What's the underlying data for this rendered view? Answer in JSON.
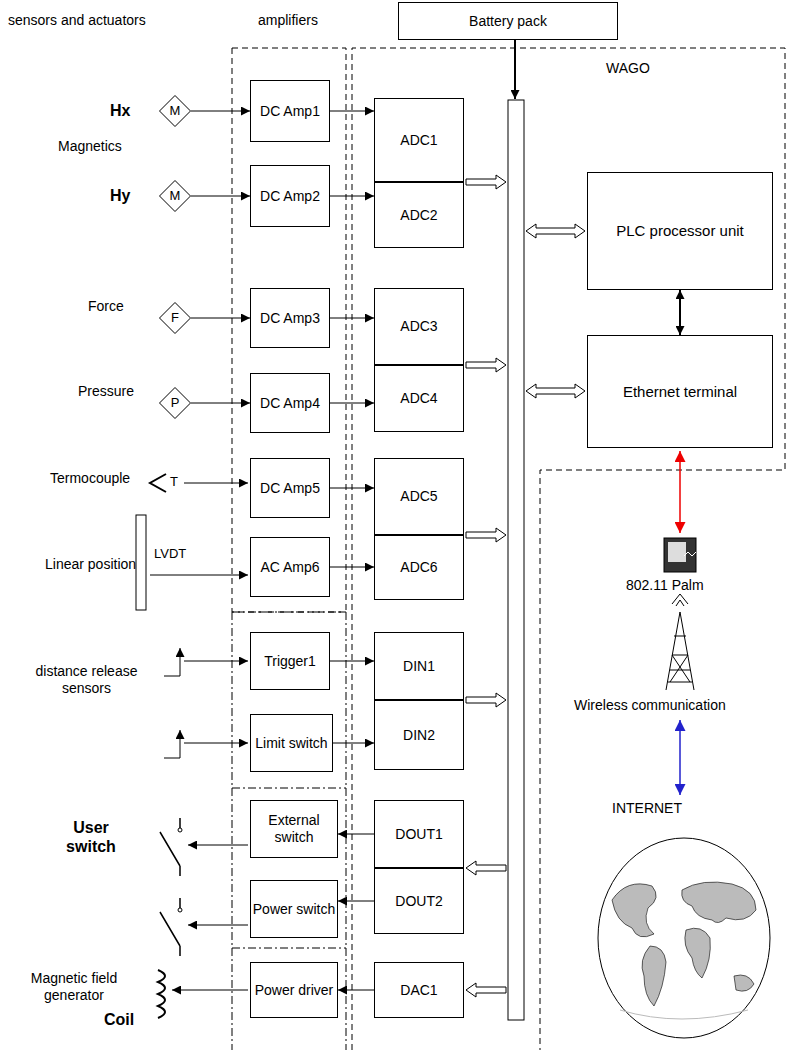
{
  "diagram": {
    "nodes": [
      {
        "text": [
          "Battery pack"
        ]
      },
      {
        "text": [
          "M"
        ]
      },
      {
        "text": [
          "M"
        ]
      },
      {
        "text": [
          "F"
        ]
      },
      {
        "text": [
          "P"
        ]
      },
      {
        "text": [
          "DC Amp1"
        ]
      },
      {
        "text": [
          "DC Amp2"
        ]
      },
      {
        "text": [
          "DC Amp3"
        ]
      },
      {
        "text": [
          "DC Amp4"
        ]
      },
      {
        "text": [
          "DC Amp5"
        ]
      },
      {
        "text": [
          "AC Amp6"
        ]
      },
      {
        "text": [
          "Trigger1"
        ]
      },
      {
        "text": [
          "Limit switch"
        ]
      },
      {
        "text": [
          "External switch"
        ]
      },
      {
        "text": [
          "Power switch"
        ]
      },
      {
        "text": [
          "Power driver"
        ]
      },
      {
        "text": [
          "ADC1"
        ]
      },
      {
        "text": [
          "ADC2"
        ]
      },
      {
        "text": [
          "ADC3"
        ]
      },
      {
        "text": [
          "ADC4"
        ]
      },
      {
        "text": [
          "ADC5"
        ]
      },
      {
        "text": [
          "ADC6"
        ]
      },
      {
        "text": [
          "DIN1"
        ]
      },
      {
        "text": [
          "DIN2"
        ]
      },
      {
        "text": [
          "DOUT1"
        ]
      },
      {
        "text": [
          "DOUT2"
        ]
      },
      {
        "text": [
          "DAC1"
        ]
      },
      {
        "text": [
          "PLC processor unit"
        ]
      },
      {
        "text": [
          "Ethernet terminal"
        ]
      }
    ],
    "edges": [
      {
        "from": 1,
        "to": 5,
        "arrow": "to"
      },
      {
        "from": 2,
        "to": 6,
        "arrow": "to"
      },
      {
        "from": 3,
        "to": 7,
        "arrow": "to"
      },
      {
        "from": 4,
        "to": 8,
        "arrow": "to"
      },
      {
        "from": 5,
        "to": 16,
        "arrow": "to"
      },
      {
        "from": 6,
        "to": 17,
        "arrow": "to"
      },
      {
        "from": 7,
        "to": 18,
        "arrow": "to"
      },
      {
        "from": 8,
        "to": 19,
        "arrow": "to"
      },
      {
        "from": 9,
        "to": 20,
        "arrow": "to"
      },
      {
        "from": 10,
        "to": 21,
        "arrow": "to"
      },
      {
        "from": 11,
        "to": 22,
        "arrow": "to"
      },
      {
        "from": 12,
        "to": 23,
        "arrow": "to"
      },
      {
        "from": 24,
        "to": 13,
        "arrow": "to"
      },
      {
        "from": 25,
        "to": 14,
        "arrow": "to"
      },
      {
        "from": 26,
        "to": 15,
        "arrow": "to"
      },
      {
        "from": 27,
        "to": 28,
        "arrow": "both"
      }
    ],
    "labels": [
      "sensors and actuators",
      "amplifiers",
      "Hx",
      "Magnetics",
      "Hy",
      "Force",
      "Pressure",
      "Termocouple",
      "T",
      "Linear position",
      "LVDT",
      "distance release sensors",
      "User switch",
      "Magnetic field generator",
      "Coil",
      "WAGO",
      "802.11 Palm",
      "Wireless communication",
      "INTERNET"
    ]
  }
}
